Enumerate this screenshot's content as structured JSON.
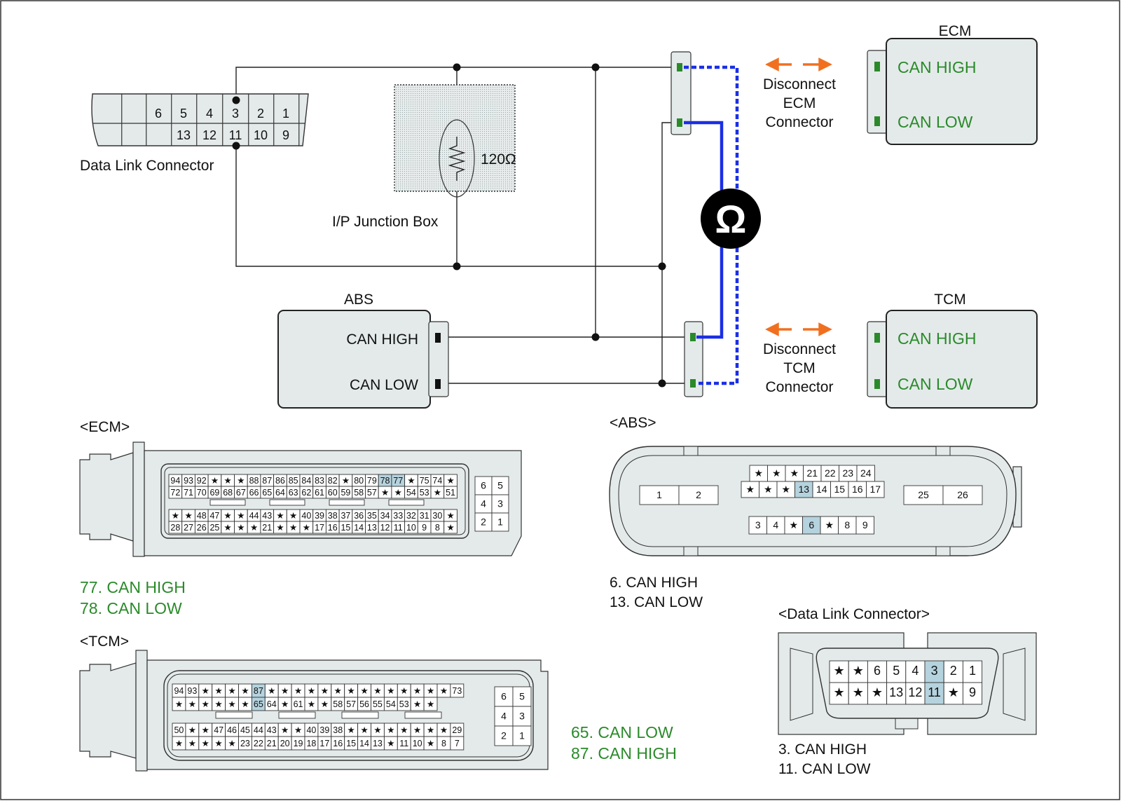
{
  "labels": {
    "dlc_title": "Data Link Connector",
    "jbox_title": "I/P Junction Box",
    "resistor": "120Ω",
    "abs_title": "ABS",
    "ecm_title": "ECM",
    "tcm_title": "TCM",
    "can_high": "CAN HIGH",
    "can_low": "CAN LOW",
    "ecm_disc_1": "Disconnect",
    "ecm_disc_2": "ECM",
    "ecm_disc_3": "Connector",
    "tcm_disc_1": "Disconnect",
    "tcm_disc_2": "TCM",
    "tcm_disc_3": "Connector",
    "meter": "Ω"
  },
  "dlc_top": {
    "top_pins": [
      "",
      "",
      "6",
      "5",
      "4",
      "3",
      "2",
      "1"
    ],
    "bottom_pins": [
      "",
      "",
      "",
      "13",
      "12",
      "11",
      "10",
      "9"
    ]
  },
  "ecm_conn": {
    "title": "<ECM>",
    "row1": [
      "94",
      "93",
      "92",
      "★",
      "★",
      "★",
      "88",
      "87",
      "86",
      "85",
      "84",
      "83",
      "82",
      "★",
      "80",
      "79",
      "78",
      "77",
      "★",
      "75",
      "74",
      "★"
    ],
    "row2": [
      "72",
      "71",
      "70",
      "69",
      "68",
      "67",
      "66",
      "65",
      "64",
      "63",
      "62",
      "61",
      "60",
      "59",
      "58",
      "57",
      "★",
      "★",
      "54",
      "53",
      "★",
      "51"
    ],
    "row3": [
      "★",
      "★",
      "48",
      "47",
      "★",
      "★",
      "44",
      "43",
      "★",
      "★",
      "40",
      "39",
      "38",
      "37",
      "36",
      "35",
      "34",
      "33",
      "32",
      "31",
      "30",
      "★"
    ],
    "row4": [
      "28",
      "27",
      "26",
      "25",
      "★",
      "★",
      "★",
      "21",
      "★",
      "★",
      "★",
      "17",
      "16",
      "15",
      "14",
      "13",
      "12",
      "11",
      "10",
      "9",
      "8",
      "★"
    ],
    "side": [
      "6",
      "5",
      "4",
      "3",
      "2",
      "1"
    ],
    "notes": [
      "77. CAN HIGH",
      "78. CAN LOW"
    ]
  },
  "tcm_conn": {
    "title": "<TCM>",
    "row1": [
      "94",
      "93",
      "★",
      "★",
      "★",
      "★",
      "87",
      "★",
      "★",
      "★",
      "★",
      "★",
      "★",
      "★",
      "★",
      "★",
      "★",
      "★",
      "★",
      "★",
      "★",
      "73"
    ],
    "row2": [
      "★",
      "★",
      "★",
      "★",
      "★",
      "★",
      "65",
      "64",
      "★",
      "61",
      "★",
      "★",
      "58",
      "57",
      "56",
      "55",
      "54",
      "53",
      "★",
      "★"
    ],
    "row3": [
      "50",
      "★",
      "★",
      "47",
      "46",
      "45",
      "44",
      "43",
      "★",
      "★",
      "40",
      "39",
      "38",
      "★",
      "★",
      "★",
      "★",
      "★",
      "★",
      "★",
      "★",
      "29"
    ],
    "row4": [
      "★",
      "★",
      "★",
      "★",
      "★",
      "23",
      "22",
      "21",
      "20",
      "19",
      "18",
      "17",
      "16",
      "15",
      "14",
      "13",
      "★",
      "11",
      "10",
      "★",
      "8",
      "7"
    ],
    "side": [
      "6",
      "5",
      "4",
      "3",
      "2",
      "1"
    ],
    "notes": [
      "65. CAN LOW",
      "87. CAN HIGH"
    ]
  },
  "abs_conn": {
    "title": "<ABS>",
    "left": [
      "1",
      "2"
    ],
    "row1": [
      "★",
      "★",
      "★",
      "21",
      "22",
      "23",
      "24"
    ],
    "row2": [
      "★",
      "★",
      "★",
      "13",
      "14",
      "15",
      "16",
      "17"
    ],
    "row3": [
      "3",
      "4",
      "★",
      "6",
      "★",
      "8",
      "9"
    ],
    "right": [
      "25",
      "26"
    ],
    "notes": [
      "6. CAN HIGH",
      "13. CAN LOW"
    ]
  },
  "dlc_conn": {
    "title": "<Data Link Connector>",
    "row1": [
      "★",
      "★",
      "6",
      "5",
      "4",
      "3",
      "2",
      "1"
    ],
    "row2": [
      "★",
      "★",
      "★",
      "13",
      "12",
      "11",
      "★",
      "9"
    ],
    "notes": [
      "3. CAN HIGH",
      "11. CAN LOW"
    ]
  },
  "colors": {
    "box_fill": "#e4eaea",
    "highlight": "#b5d3de",
    "green": "#2a8a2a",
    "blue": "#1a2fe6",
    "orange": "#f07020"
  }
}
